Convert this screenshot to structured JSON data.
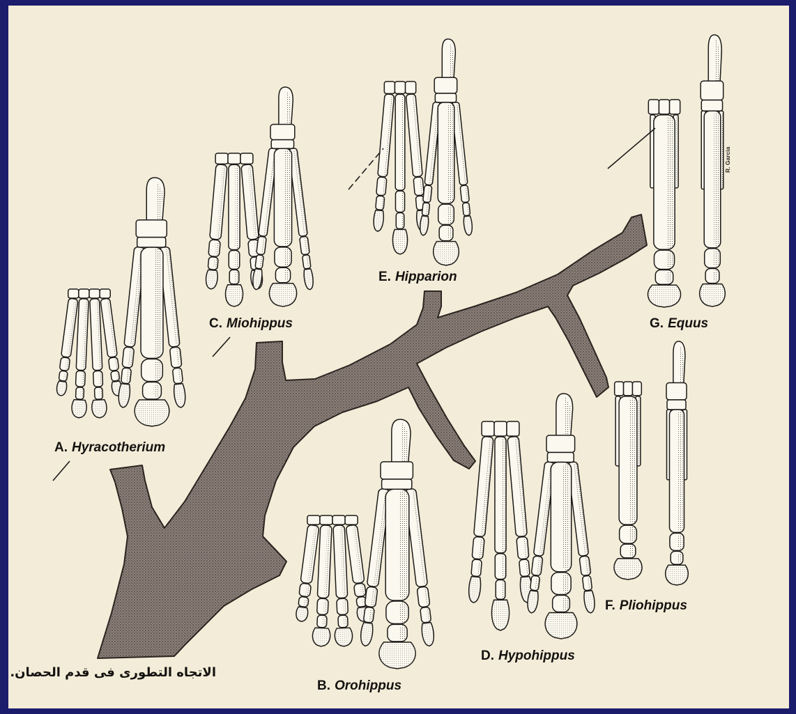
{
  "figure": {
    "caption": "الاتجاه التطورى فى قدم الحصان.",
    "signature": "R. Garcia",
    "species": [
      {
        "letter": "A.",
        "name": "Hyracotherium"
      },
      {
        "letter": "B.",
        "name": "Orohippus"
      },
      {
        "letter": "C.",
        "name": "Miohippus"
      },
      {
        "letter": "D.",
        "name": "Hypohippus"
      },
      {
        "letter": "E.",
        "name": "Hipparion"
      },
      {
        "letter": "F.",
        "name": "Pliohippus"
      },
      {
        "letter": "G.",
        "name": "Equus"
      }
    ]
  },
  "colors": {
    "border": "#1b1c6c",
    "paper": "#f3ecd8",
    "branch": "#8c817a",
    "ink": "#1c1a18"
  }
}
